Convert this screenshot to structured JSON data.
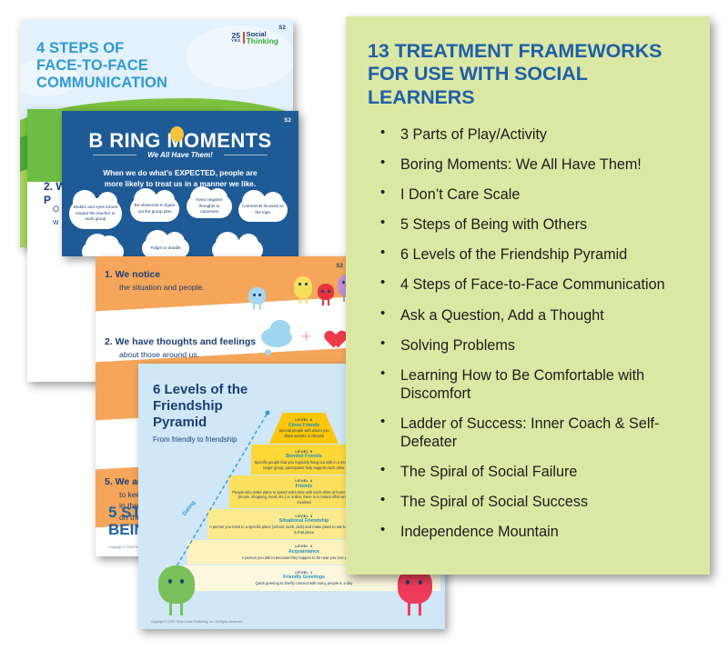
{
  "panel": {
    "title": "13 TREATMENT FRAMEWORKS\nFOR USE WITH SOCIAL LEARNERS",
    "bg_color": "#dbe8a4",
    "title_color": "#1f5fa8",
    "items": [
      "3 Parts of Play/Activity",
      "Boring Moments: We All Have Them!",
      "I Don’t Care Scale",
      "5 Steps of Being with Others",
      "6 Levels of the Friendship Pyramid",
      "4 Steps of Face-to-Face Communication",
      "Ask a Question, Add a Thought",
      "Solving Problems",
      "Learning How to Be Comfortable with Discomfort",
      "Ladder of Success: Inner Coach & Self-Defeater",
      "The Spiral of Social Failure",
      "The Spiral of Social Success",
      "Independence Mountain"
    ]
  },
  "cards": {
    "face_to_face": {
      "title": "4 STEPS OF\nFACE-TO-FACE\nCOMMUNICATION",
      "badge": "S2",
      "logo": {
        "years_number": "25",
        "years_label": "YRS",
        "brand_line1": "Social",
        "brand_line2": "Thinking"
      }
    },
    "hidden_green": {
      "number_line": "2. W",
      "second_line": "P",
      "sub_line1": "O",
      "sub_line2": "w"
    },
    "boring_moments": {
      "title": "B RING MOMENTS",
      "subtitle": "We All Have Them!",
      "expected_line1": "When we do what’s ",
      "expected_bold": "EXPECTED",
      "expected_line2": ", people are",
      "expected_line3": "more likely to treat us in a manner we like.",
      "badge": "S2",
      "clouds": [
        "Bodies and eyes turned toward the teacher or work group",
        "Be observers to figure out the group plan",
        "Keep negative thoughts to ourselves",
        "Comments focused on the topic",
        "Fidget or doodle"
      ]
    },
    "steps": {
      "badge": "S2",
      "step1_head": "1. We notice",
      "step1_sub": "the situation and people.",
      "step2_head": "2. We have thoughts and feelings",
      "step2_sub": "about those around us.",
      "step5_head": "5. We adjust wha",
      "step5_sub": "to keep others think\nin the way we want\non the situation.",
      "footer_title": "5 STEPS O\nBEING WIT",
      "copyright": "Copyright © 2020 Think Social Publishing, Inc. All Rights Reserved."
    },
    "pyramid": {
      "title": "6 Levels of the\nFriendship\nPyramid",
      "subtitle": "From friendly to friendship",
      "dating_label": "Dating",
      "copyright": "Copyright © 2020 Think Social Publishing, Inc. All Rights Reserved.",
      "levels": [
        {
          "tag": "LEVEL 6",
          "name": "Close Friends",
          "desc": "Special people with whom you share secrets or dreams",
          "color": "#fcc60a"
        },
        {
          "tag": "LEVEL 5",
          "name": "Bonded Friends",
          "desc": "Specific people that you regularly hang out with in a small or larger group; participants help support each other",
          "color": "#fdd736"
        },
        {
          "tag": "LEVEL 4",
          "name": "Friends",
          "desc": "People who make plans to spend extra time with each other at home, in the community (movie, shopping, meal, etc.) or online; there is a mutual effort and benefit for all involved",
          "color": "#fde05e"
        },
        {
          "tag": "LEVEL 3",
          "name": "Situational Friendship",
          "desc": "A person you meet in a specific place (school, work, club) and make plans to eat lunch, hang out, or play with them in that place",
          "color": "#fdea8e"
        },
        {
          "tag": "LEVEL 2",
          "name": "Acquaintance",
          "desc": "A person you talk to because they happen to be near you (not prearranged)",
          "color": "#fef2bd"
        },
        {
          "tag": "LEVEL 1",
          "name": "Friendly Greetings",
          "desc": "Quick greeting to briefly connect with many people in a day",
          "color": "#fdf8dd"
        }
      ]
    }
  }
}
